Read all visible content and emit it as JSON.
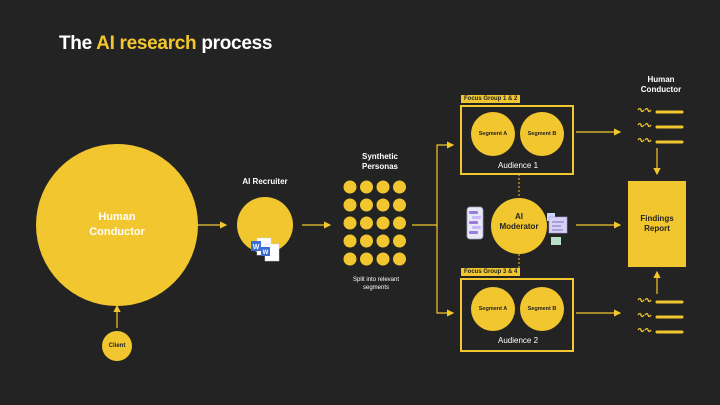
{
  "title": {
    "before": "The ",
    "highlight": "AI research",
    "after": " process"
  },
  "human_conductor_main": "Human\nConductor",
  "client": "Client",
  "ai_recruiter": "AI Recruiter",
  "synthetic_personas": "Synthetic\nPersonas",
  "split_caption": "Split into relevant\nsegments",
  "focus_group_1": {
    "tag": "Focus Group 1 & 2",
    "segment_a": "Segment A",
    "segment_b": "Segment B",
    "audience": "Audience 1"
  },
  "focus_group_2": {
    "tag": "Focus Group 3 & 4",
    "segment_a": "Segment A",
    "segment_b": "Segment B",
    "audience": "Audience 2"
  },
  "ai_moderator": "AI\nModerator",
  "human_conductor_right": "Human\nConductor",
  "findings_report": "Findings\nReport",
  "colors": {
    "accent": "#f2c62e",
    "background": "#232323",
    "doc_blue": "#3b6fd6"
  },
  "icons": [
    "word-document-icon",
    "transcript-icon",
    "phone-chat-icon",
    "chart-panel-icon"
  ]
}
